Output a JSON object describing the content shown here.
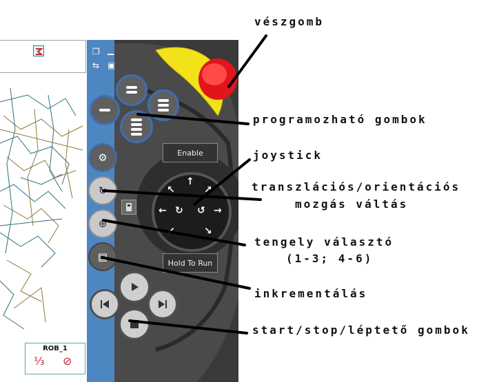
{
  "window": {
    "controls": {
      "restore": "❐",
      "minimize": "▁",
      "close": "✕"
    },
    "sub_icons": {
      "swap": "⇆",
      "camera": "▣"
    }
  },
  "viewport": {
    "robot_status": {
      "name": "ROB_1",
      "fraction_icon": "⅓",
      "axes_icon": "⊘"
    }
  },
  "pendant": {
    "enable_label": "Enable",
    "hold_to_run_label": "Hold To Run",
    "joystick_arrows": {
      "up": "↑",
      "left": "←",
      "right": "→",
      "ul": "↖",
      "ur": "↗",
      "dl": "↙",
      "dr": "↘",
      "rot_l": "↻",
      "rot_r": "↺"
    }
  },
  "callouts": {
    "emergency": "vészgomb",
    "programmable": "programozható gombok",
    "joystick": "joystick",
    "motion_switch_line1": "transzlációs/orientációs",
    "motion_switch_line2": "mozgás váltás",
    "axis_select_line1": "tengely választó",
    "axis_select_line2": "(1-3; 4-6)",
    "increment": "inkrementálás",
    "start_stop": "start/stop/léptető gombok"
  },
  "colors": {
    "estop_red": "#e2141c",
    "estop_yellow": "#f2e21a",
    "pendant_blue": "#4e86c2",
    "button_ring_blue": "#3c6fb6",
    "robot_icon_red": "#c0273f",
    "drawing_teal": "#2e6f7c",
    "drawing_olive": "#8a7a3a"
  }
}
